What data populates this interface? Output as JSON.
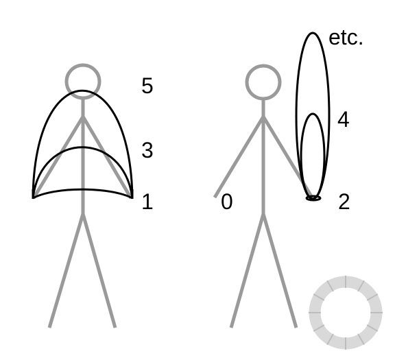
{
  "labels": {
    "left_5": "5",
    "left_3": "3",
    "left_1": "1",
    "right_0": "0",
    "right_2": "2",
    "right_4": "4",
    "right_etc": "etc."
  },
  "colors": {
    "figure": "#9a9a9a",
    "arcs": "#000000",
    "spinner": "#d9d9d9",
    "spinner_ticks": "#bdbdbd"
  },
  "icons": {
    "loading_spinner": "spinner-icon"
  }
}
